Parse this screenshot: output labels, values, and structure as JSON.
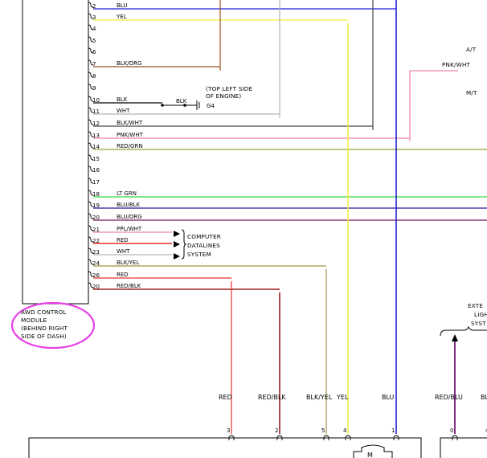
{
  "pins": [
    {
      "num": "2",
      "wire": "BLU"
    },
    {
      "num": "3",
      "wire": "YEL"
    },
    {
      "num": "4",
      "wire": ""
    },
    {
      "num": "5",
      "wire": ""
    },
    {
      "num": "6",
      "wire": ""
    },
    {
      "num": "7",
      "wire": "BLK/ORG"
    },
    {
      "num": "8",
      "wire": ""
    },
    {
      "num": "9",
      "wire": ""
    },
    {
      "num": "10",
      "wire": "BLK"
    },
    {
      "num": "11",
      "wire": "WHT"
    },
    {
      "num": "12",
      "wire": "BLK/WHT"
    },
    {
      "num": "13",
      "wire": "PNK/WHT"
    },
    {
      "num": "14",
      "wire": "RED/GRN"
    },
    {
      "num": "15",
      "wire": ""
    },
    {
      "num": "16",
      "wire": ""
    },
    {
      "num": "17",
      "wire": ""
    },
    {
      "num": "18",
      "wire": "LT GRN"
    },
    {
      "num": "19",
      "wire": "BLU/BLK"
    },
    {
      "num": "20",
      "wire": "BLU/ORG"
    },
    {
      "num": "21",
      "wire": "PPL/WHT"
    },
    {
      "num": "22",
      "wire": "RED"
    },
    {
      "num": "23",
      "wire": "WHT"
    },
    {
      "num": "24",
      "wire": "BLK/YEL"
    },
    {
      "num": "26",
      "wire": "RED"
    },
    {
      "num": "20",
      "wire": "RED/BLK"
    }
  ],
  "ground": {
    "wire": "BLK",
    "id": "G4",
    "location_lines": [
      "(TOP LEFT SIDE",
      "OF ENGINE)"
    ]
  },
  "data_system": [
    "COMPUTER",
    "DATALINES",
    "SYSTEM"
  ],
  "module_label": [
    "AWD CONTROL",
    "MODULE",
    "(BEHIND RIGHT",
    "SIDE OF DASH)"
  ],
  "right_labels": {
    "at": "A/T",
    "pnk_wht": "PNK/WHT",
    "mt": "M/T",
    "ext_lines": [
      "EXTE",
      "LIGH",
      "SYST"
    ]
  },
  "bottom_wires": [
    {
      "label": "RED",
      "pin": "3"
    },
    {
      "label": "RED/BLK",
      "pin": "2"
    },
    {
      "label": "BLK/YEL",
      "pin": "5"
    },
    {
      "label": "YEL",
      "pin": "4"
    },
    {
      "label": "BLU",
      "pin": "1"
    },
    {
      "label": "RED/BLU",
      "pin": "0"
    },
    {
      "label": "BL",
      "pin": "4"
    }
  ],
  "colors": {
    "blu": "#1f1fd6",
    "yel": "#f2ee3a",
    "blk_org": "#a0521e",
    "blk": "#000000",
    "wht": "#b4b4b4",
    "blk_wht": "#474747",
    "pnk_wht": "#ef82b5",
    "red_grn": "#8aa62a",
    "lt_grn": "#38d838",
    "blu_blk": "#1c1c9a",
    "blu_org": "#7a1a5a",
    "red": "#e8302a",
    "blk_yel": "#9a9440",
    "red_blk": "#a02020",
    "red_blu": "#7a1a7a",
    "magenta": "#e640e6"
  }
}
